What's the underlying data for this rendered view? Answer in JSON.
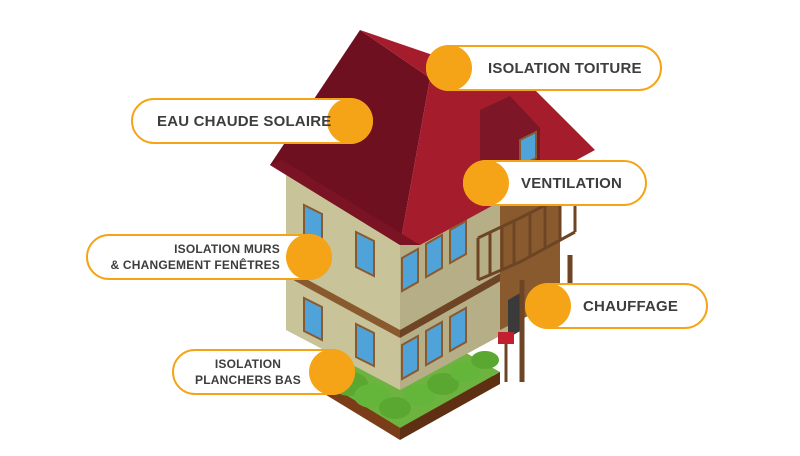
{
  "labels": {
    "roof_insulation": "ISOLATION TOITURE",
    "solar_hot_water": "EAU CHAUDE SOLAIRE",
    "ventilation": "VENTILATION",
    "walls_line1": "ISOLATION MURS",
    "walls_line2": "& CHANGEMENT FENÊTRES",
    "heating": "CHAUFFAGE",
    "floor_line1": "ISOLATION",
    "floor_line2": "PLANCHERS BAS"
  },
  "colors": {
    "accent": "#f5a417",
    "roof": "#9c1b2a",
    "wall": "#c9c39a",
    "trim": "#8a5a2f",
    "text": "#3d3d3d"
  }
}
